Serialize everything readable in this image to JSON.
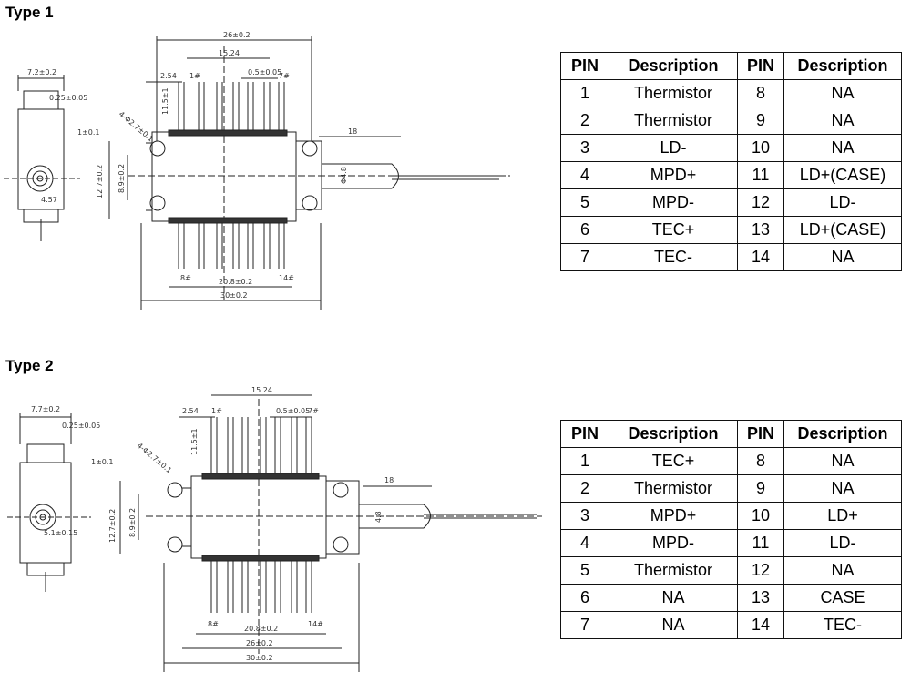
{
  "type1": {
    "heading": "Type 1",
    "drawing_labels": {
      "overall_width": "26±0.2",
      "pin_span": "15.24",
      "pitch_left": "2.54",
      "pin_pitch": "0.5±0.05",
      "pin1": "1#",
      "pin7": "7#",
      "pin_length": "11.5±1",
      "hole_dia": "4-Φ2.7±0.1",
      "side_width": "7.2±0.2",
      "side_top": "0.25±0.05",
      "side_step": "1±0.1",
      "side_offset": "4.57",
      "body_height": "12.7±0.2",
      "inner_height": "8.9±0.2",
      "fiber_len": "18",
      "snout_dia": "Φ4.8",
      "pin8": "8#",
      "pin14": "14#",
      "bottom_span": "20.8±0.2",
      "bottom_total": "30±0.2"
    },
    "table": {
      "headers": [
        "PIN",
        "Description",
        "PIN",
        "Description"
      ],
      "rows": [
        [
          "1",
          "Thermistor",
          "8",
          "NA"
        ],
        [
          "2",
          "Thermistor",
          "9",
          "NA"
        ],
        [
          "3",
          "LD-",
          "10",
          "NA"
        ],
        [
          "4",
          "MPD+",
          "11",
          "LD+(CASE)"
        ],
        [
          "5",
          "MPD-",
          "12",
          "LD-"
        ],
        [
          "6",
          "TEC+",
          "13",
          "LD+(CASE)"
        ],
        [
          "7",
          "TEC-",
          "14",
          "NA"
        ]
      ]
    }
  },
  "type2": {
    "heading": "Type 2",
    "drawing_labels": {
      "pin_span": "15.24",
      "pitch_left": "2.54",
      "pin_pitch": "0.5±0.05",
      "pin1": "1#",
      "pin7": "7#",
      "pin_length": "11.5±1",
      "hole_dia": "4-Φ2.7±0.1",
      "side_width": "7.7±0.2",
      "side_top": "0.25±0.05",
      "side_step": "1±0.1",
      "side_offset": "5.1±0.15",
      "body_height": "12.7±0.2",
      "inner_height": "8.9±0.2",
      "fiber_len": "18",
      "snout_dia": "4.8",
      "pin8": "8#",
      "pin14": "14#",
      "bottom_span": "20.8±0.2",
      "bottom_mid": "26±0.2",
      "bottom_total": "30±0.2"
    },
    "table": {
      "headers": [
        "PIN",
        "Description",
        "PIN",
        "Description"
      ],
      "rows": [
        [
          "1",
          "TEC+",
          "8",
          "NA"
        ],
        [
          "2",
          "Thermistor",
          "9",
          "NA"
        ],
        [
          "3",
          "MPD+",
          "10",
          "LD+"
        ],
        [
          "4",
          "MPD-",
          "11",
          "LD-"
        ],
        [
          "5",
          "Thermistor",
          "12",
          "NA"
        ],
        [
          "6",
          "NA",
          "13",
          "CASE"
        ],
        [
          "7",
          "NA",
          "14",
          "TEC-"
        ]
      ]
    }
  }
}
